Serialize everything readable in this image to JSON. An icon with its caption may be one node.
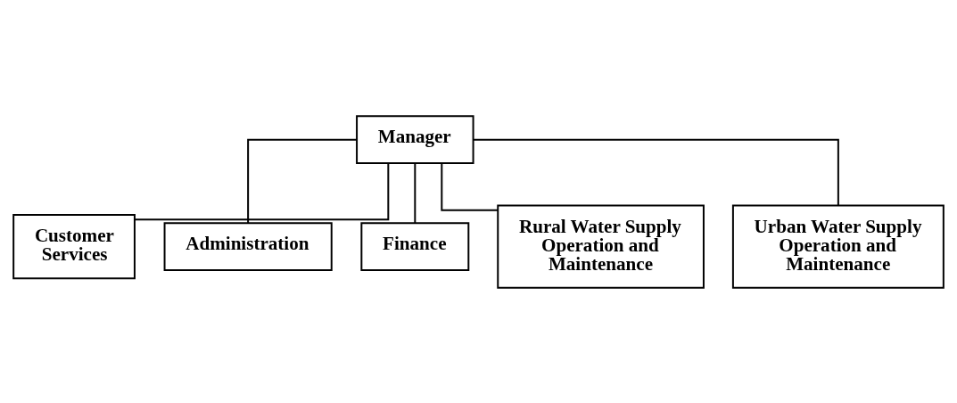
{
  "diagram": {
    "nodes": [
      {
        "text": [
          "Manager"
        ]
      },
      {
        "text": [
          "Customer Services"
        ]
      },
      {
        "text": [
          "Administration"
        ]
      },
      {
        "text": [
          "Finance"
        ]
      },
      {
        "text": [
          "Rural Water Supply Operation and Maintenance"
        ]
      },
      {
        "text": [
          "Urban Water Supply Operation and Maintenance"
        ]
      }
    ],
    "edges": [
      {
        "from": 0,
        "to": 1,
        "arrow": "none"
      },
      {
        "from": 0,
        "to": 2,
        "arrow": "none"
      },
      {
        "from": 0,
        "to": 3,
        "arrow": "none"
      },
      {
        "from": 0,
        "to": 4,
        "arrow": "none"
      },
      {
        "from": 0,
        "to": 5,
        "arrow": "none"
      }
    ]
  }
}
